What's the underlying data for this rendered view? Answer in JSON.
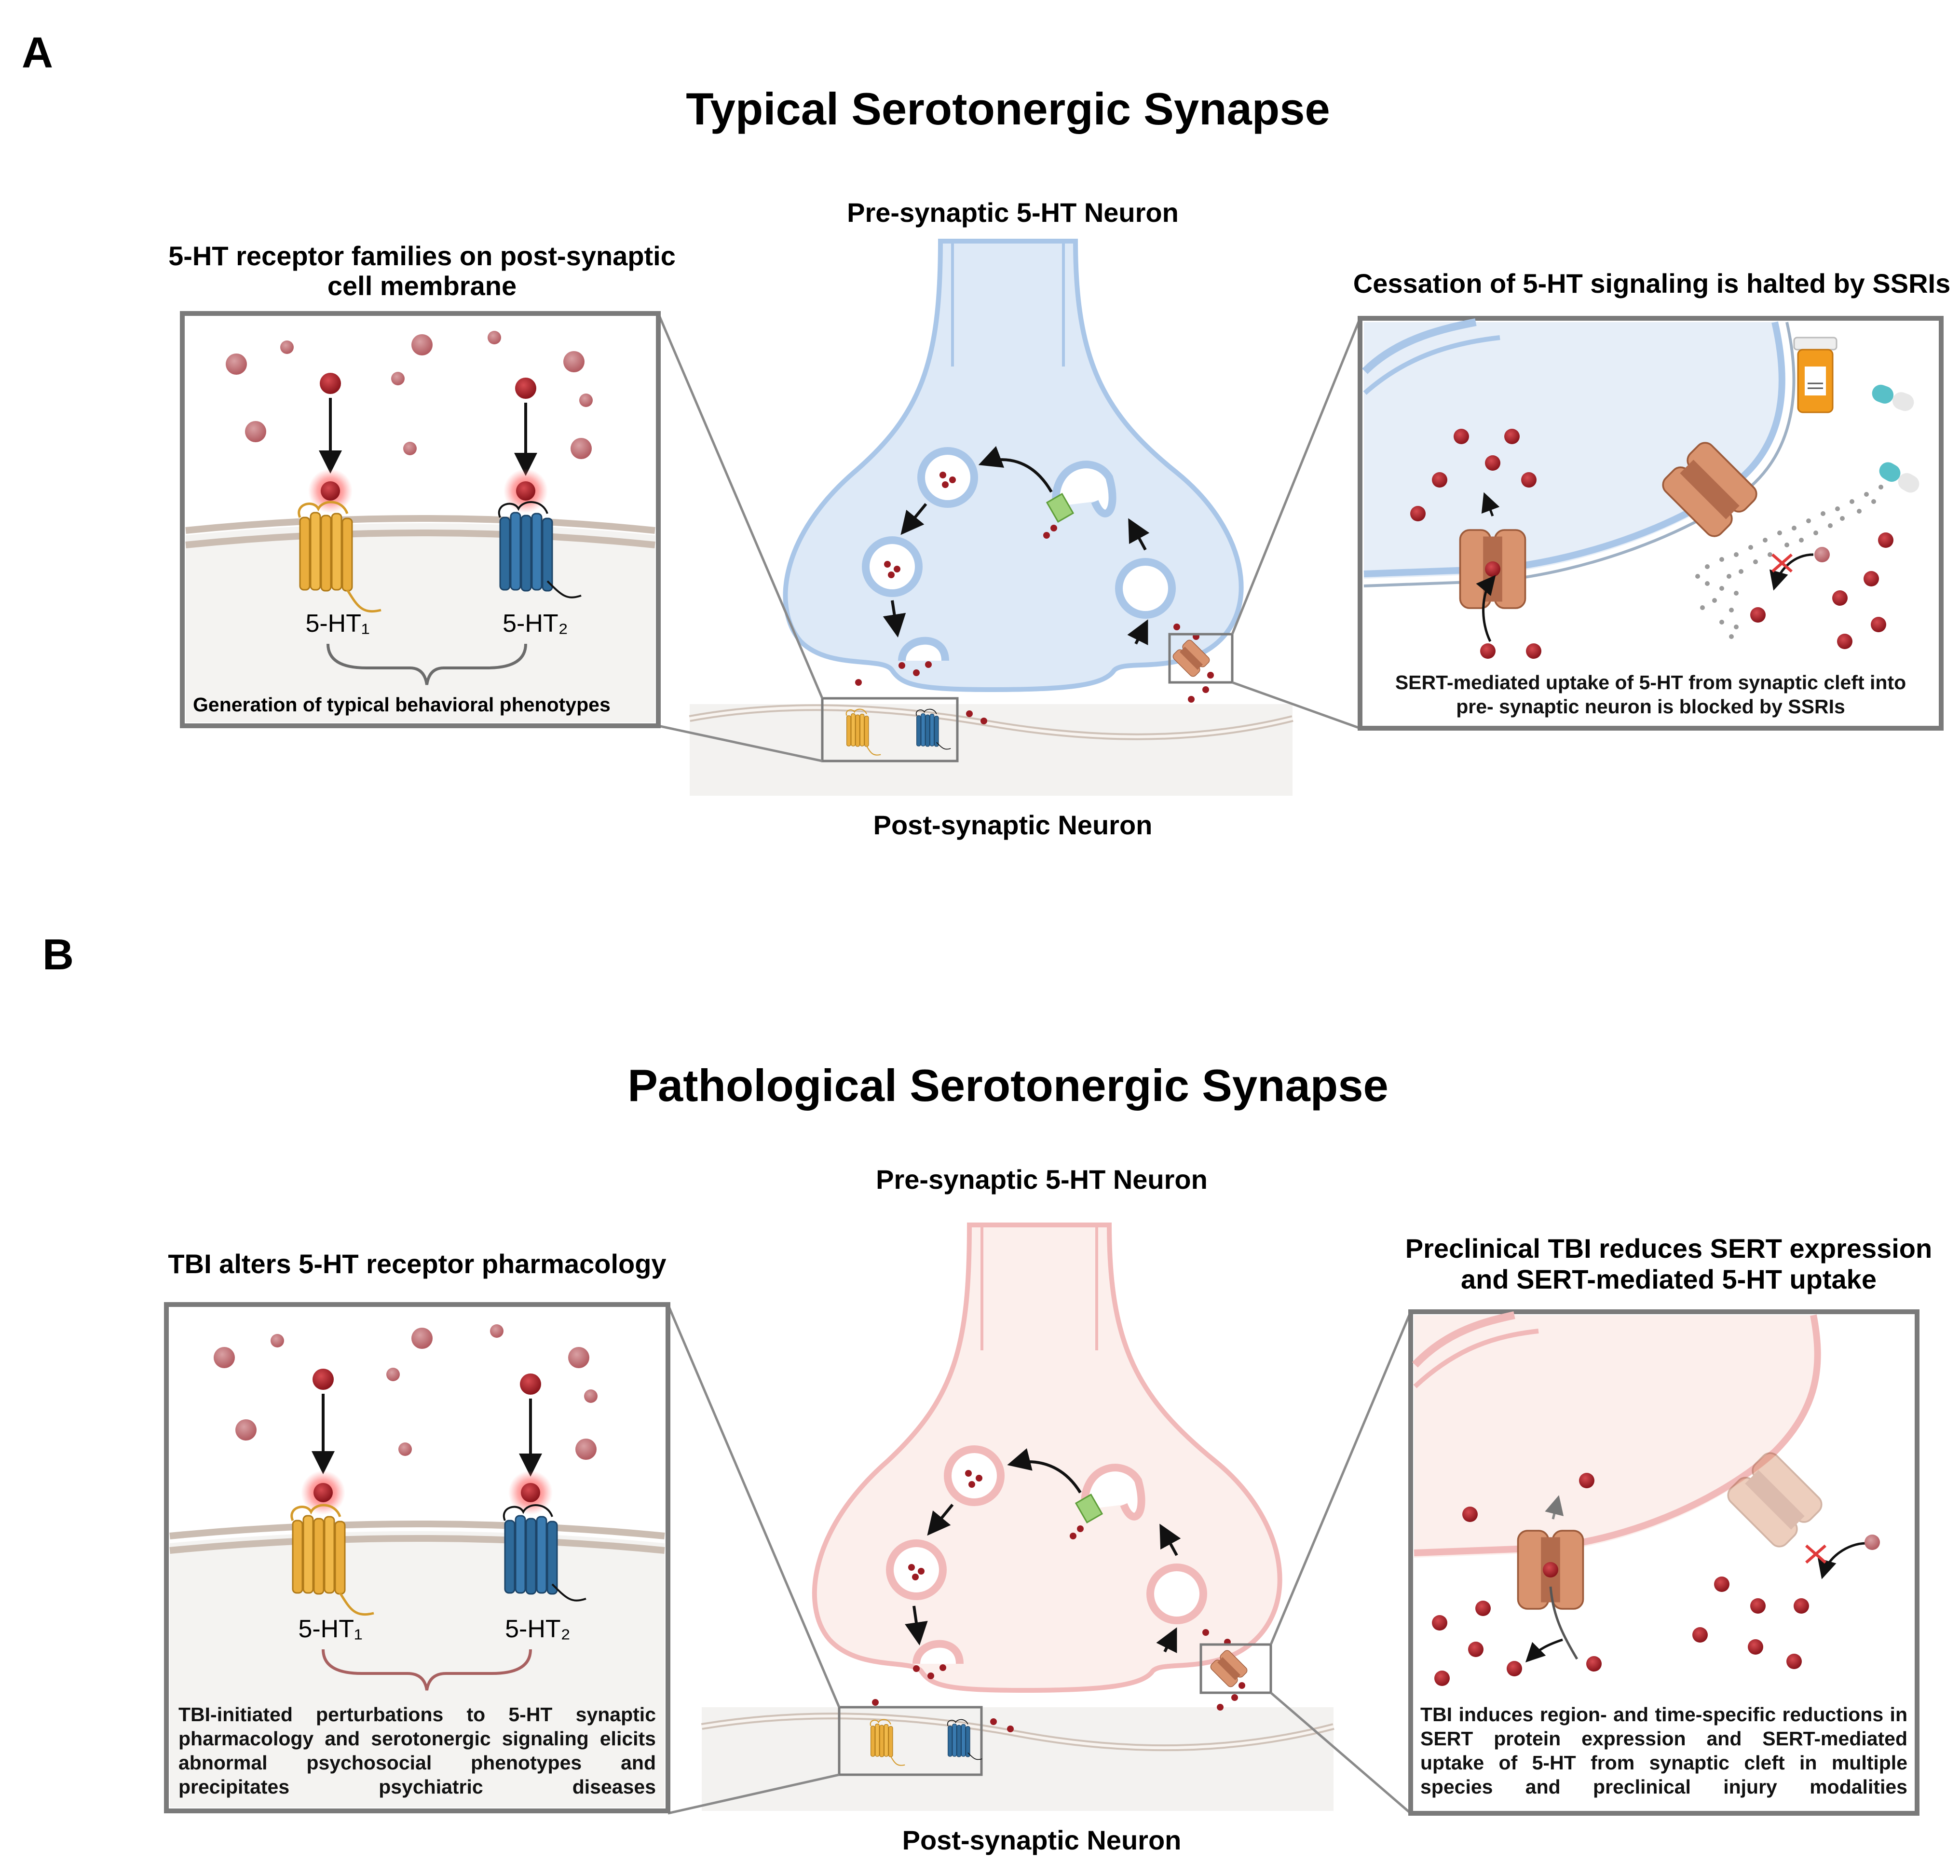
{
  "panel_a": {
    "letter": "A",
    "title": "Typical Serotonergic Synapse",
    "presynaptic_label": "Pre-synaptic 5-HT Neuron",
    "postsynaptic_label": "Post-synaptic Neuron",
    "left_inset": {
      "heading_line1": "5-HT receptor families on post-synaptic",
      "heading_line2": "cell membrane",
      "receptor1_label": "5-HT₁",
      "receptor2_label": "5-HT₂",
      "caption": "Generation of typical behavioral phenotypes"
    },
    "right_inset": {
      "heading": "Cessation of 5-HT signaling is halted by SSRIs",
      "caption": "SERT-mediated uptake of 5-HT from synaptic cleft into pre- synaptic neuron is blocked by SSRIs"
    },
    "colors": {
      "neuron_fill": "#dde9f7",
      "neuron_stroke": "#a9c6e8"
    }
  },
  "panel_b": {
    "letter": "B",
    "title": "Pathological Serotonergic Synapse",
    "presynaptic_label": "Pre-synaptic 5-HT Neuron",
    "postsynaptic_label": "Post-synaptic Neuron",
    "left_inset": {
      "heading": "TBI  alters  5-HT receptor pharmacology",
      "receptor1_label": "5-HT₁",
      "receptor2_label": "5-HT₂",
      "caption": "TBI-initiated perturbations to 5-HT synaptic pharmacology and serotonergic signaling elicits abnormal psychosocial phenotypes and precipitates psychiatric diseases"
    },
    "right_inset": {
      "heading_line1": "Preclinical TBI reduces SERT expression",
      "heading_line2": "and SERT-mediated 5-HT uptake",
      "caption": "TBI induces region- and time-specific reductions in SERT protein expression and SERT-mediated uptake of 5-HT from synaptic cleft in multiple species and preclinical injury modalities"
    },
    "colors": {
      "neuron_fill": "#fcefec",
      "neuron_stroke": "#f1b9b9"
    }
  },
  "colors": {
    "serotonin": "#9b1b22",
    "receptor1": "#e9ad3c",
    "receptor2": "#2e6a9a",
    "sert": "#d9936e",
    "ssri_bottle": "#f29b1d",
    "inset_border": "#7a7a7a"
  },
  "icons": [
    "serotonin-molecule",
    "5ht1-receptor-icon",
    "5ht2-receptor-icon",
    "sert-transporter-icon",
    "ssri-bottle-icon",
    "capsule-icon",
    "block-x-icon"
  ]
}
